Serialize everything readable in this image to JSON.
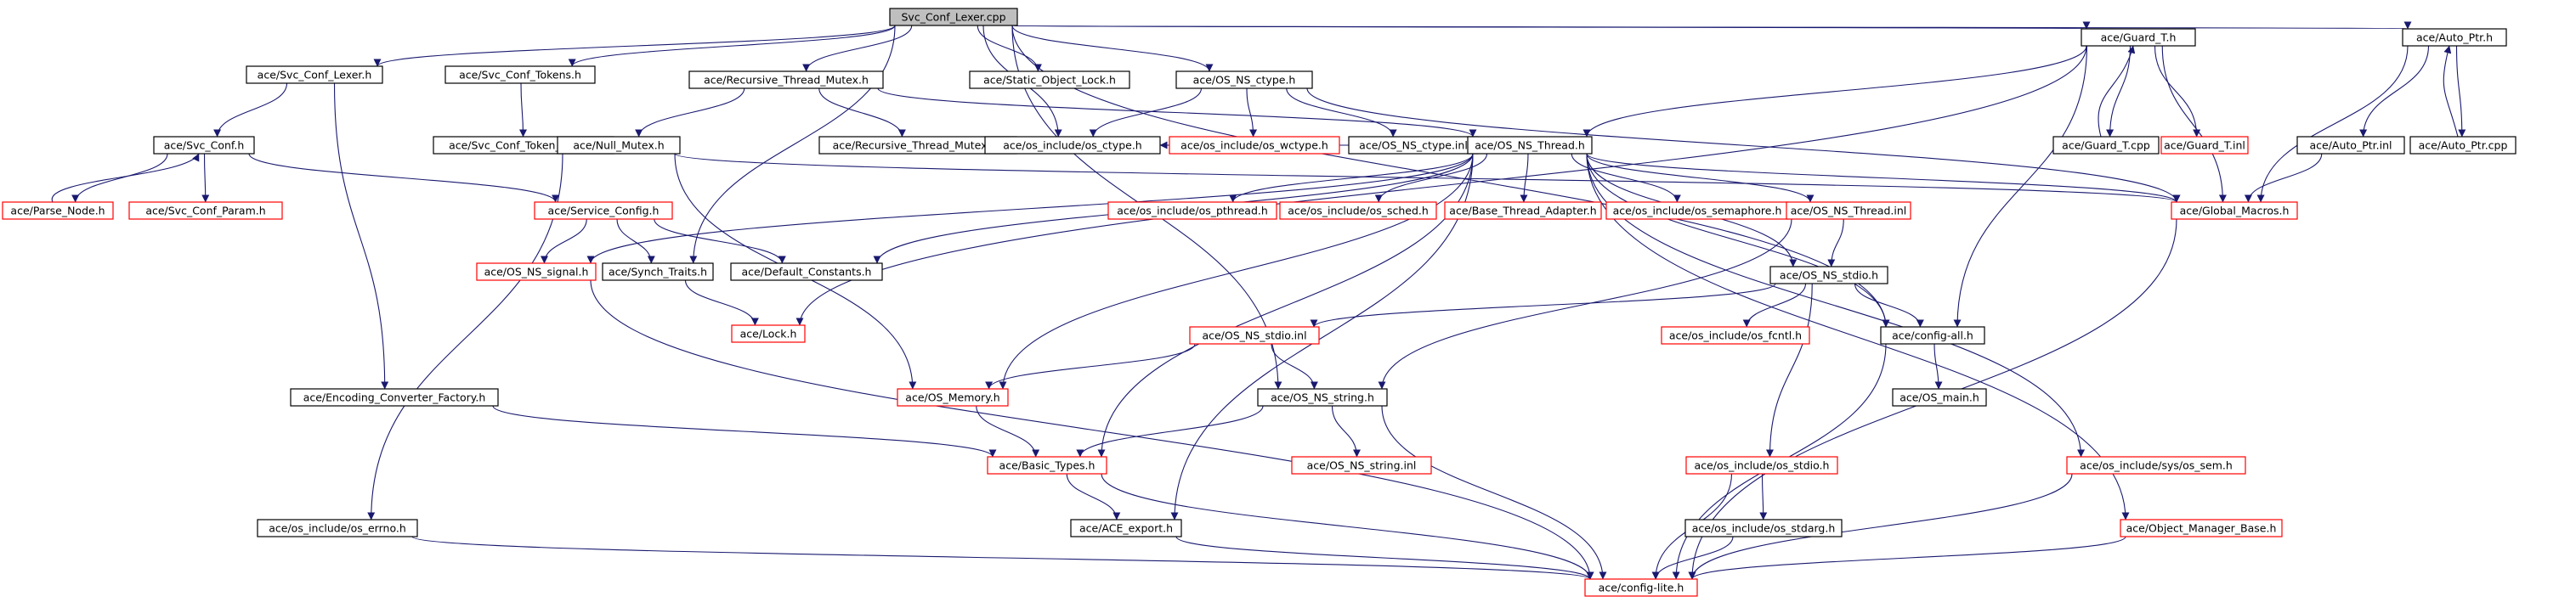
{
  "colors": {
    "edge": "#191970",
    "root_fill": "#bfbfbf",
    "node_border": "#000000",
    "missing_border": "#ff0000"
  },
  "nodes": [
    {
      "id": "root",
      "label": "Svc_Conf_Lexer.cpp",
      "style": "root"
    },
    {
      "id": "lexer_h",
      "label": "ace/Svc_Conf_Lexer.h",
      "style": "normal"
    },
    {
      "id": "tokens_h",
      "label": "ace/Svc_Conf_Tokens.h",
      "style": "normal"
    },
    {
      "id": "rtm_h",
      "label": "ace/Recursive_Thread_Mutex.h",
      "style": "normal"
    },
    {
      "id": "static_lock",
      "label": "ace/Static_Object_Lock.h",
      "style": "normal"
    },
    {
      "id": "ctype_h",
      "label": "ace/OS_NS_ctype.h",
      "style": "normal"
    },
    {
      "id": "guard_h",
      "label": "ace/Guard_T.h",
      "style": "normal"
    },
    {
      "id": "auto_ptr_h",
      "label": "ace/Auto_Ptr.h",
      "style": "normal"
    },
    {
      "id": "svc_conf_h",
      "label": "ace/Svc_Conf.h",
      "style": "normal"
    },
    {
      "id": "token_table",
      "label": "ace/Svc_Conf_Token_Table.h",
      "style": "normal"
    },
    {
      "id": "null_mutex",
      "label": "ace/Null_Mutex.h",
      "style": "normal"
    },
    {
      "id": "rtm_inl",
      "label": "ace/Recursive_Thread_Mutex.inl",
      "style": "normal"
    },
    {
      "id": "os_ctype",
      "label": "ace/os_include/os_ctype.h",
      "style": "normal"
    },
    {
      "id": "os_wctype",
      "label": "ace/os_include/os_wctype.h",
      "style": "missing"
    },
    {
      "id": "ctype_inl",
      "label": "ace/OS_NS_ctype.inl",
      "style": "normal"
    },
    {
      "id": "thread_h",
      "label": "ace/OS_NS_Thread.h",
      "style": "normal"
    },
    {
      "id": "guard_cpp",
      "label": "ace/Guard_T.cpp",
      "style": "normal"
    },
    {
      "id": "guard_inl",
      "label": "ace/Guard_T.inl",
      "style": "missing"
    },
    {
      "id": "auto_ptr_inl",
      "label": "ace/Auto_Ptr.inl",
      "style": "normal"
    },
    {
      "id": "auto_ptr_cpp",
      "label": "ace/Auto_Ptr.cpp",
      "style": "normal"
    },
    {
      "id": "parse_node",
      "label": "ace/Parse_Node.h",
      "style": "missing"
    },
    {
      "id": "svc_conf_param",
      "label": "ace/Svc_Conf_Param.h",
      "style": "missing"
    },
    {
      "id": "service_config",
      "label": "ace/Service_Config.h",
      "style": "missing"
    },
    {
      "id": "os_pthread",
      "label": "ace/os_include/os_pthread.h",
      "style": "missing"
    },
    {
      "id": "os_sched",
      "label": "ace/os_include/os_sched.h",
      "style": "missing"
    },
    {
      "id": "base_thread",
      "label": "ace/Base_Thread_Adapter.h",
      "style": "missing"
    },
    {
      "id": "os_semaphore",
      "label": "ace/os_include/os_semaphore.h",
      "style": "missing"
    },
    {
      "id": "thread_inl",
      "label": "ace/OS_NS_Thread.inl",
      "style": "missing"
    },
    {
      "id": "global_macros",
      "label": "ace/Global_Macros.h",
      "style": "missing"
    },
    {
      "id": "ns_signal",
      "label": "ace/OS_NS_signal.h",
      "style": "missing"
    },
    {
      "id": "synch_traits",
      "label": "ace/Synch_Traits.h",
      "style": "normal"
    },
    {
      "id": "default_const",
      "label": "ace/Default_Constants.h",
      "style": "normal"
    },
    {
      "id": "stdio_h",
      "label": "ace/OS_NS_stdio.h",
      "style": "normal"
    },
    {
      "id": "lock_h",
      "label": "ace/Lock.h",
      "style": "missing"
    },
    {
      "id": "stdio_inl",
      "label": "ace/OS_NS_stdio.inl",
      "style": "missing"
    },
    {
      "id": "os_fcntl",
      "label": "ace/os_include/os_fcntl.h",
      "style": "missing"
    },
    {
      "id": "config_all",
      "label": "ace/config-all.h",
      "style": "normal"
    },
    {
      "id": "enc_conv",
      "label": "ace/Encoding_Converter_Factory.h",
      "style": "normal"
    },
    {
      "id": "os_memory",
      "label": "ace/OS_Memory.h",
      "style": "missing"
    },
    {
      "id": "string_h",
      "label": "ace/OS_NS_string.h",
      "style": "normal"
    },
    {
      "id": "os_main",
      "label": "ace/OS_main.h",
      "style": "normal"
    },
    {
      "id": "basic_types",
      "label": "ace/Basic_Types.h",
      "style": "missing"
    },
    {
      "id": "string_inl",
      "label": "ace/OS_NS_string.inl",
      "style": "missing"
    },
    {
      "id": "os_stdio",
      "label": "ace/os_include/os_stdio.h",
      "style": "missing"
    },
    {
      "id": "os_sem",
      "label": "ace/os_include/sys/os_sem.h",
      "style": "missing"
    },
    {
      "id": "os_errno",
      "label": "ace/os_include/os_errno.h",
      "style": "normal"
    },
    {
      "id": "ace_export",
      "label": "ace/ACE_export.h",
      "style": "normal"
    },
    {
      "id": "os_stdarg",
      "label": "ace/os_include/os_stdarg.h",
      "style": "normal"
    },
    {
      "id": "obj_mgr_base",
      "label": "ace/Object_Manager_Base.h",
      "style": "missing"
    },
    {
      "id": "config_lite",
      "label": "ace/config-lite.h",
      "style": "missing"
    }
  ],
  "edges": [
    [
      "root",
      "lexer_h"
    ],
    [
      "root",
      "tokens_h"
    ],
    [
      "root",
      "rtm_h"
    ],
    [
      "root",
      "static_lock"
    ],
    [
      "root",
      "ctype_h"
    ],
    [
      "root",
      "guard_h"
    ],
    [
      "root",
      "auto_ptr_h"
    ],
    [
      "root",
      "synch_traits"
    ],
    [
      "root",
      "os_ctype"
    ],
    [
      "root",
      "string_h"
    ],
    [
      "root",
      "config_all"
    ],
    [
      "lexer_h",
      "svc_conf_h"
    ],
    [
      "lexer_h",
      "enc_conv"
    ],
    [
      "tokens_h",
      "token_table"
    ],
    [
      "rtm_h",
      "null_mutex"
    ],
    [
      "rtm_h",
      "rtm_inl"
    ],
    [
      "rtm_h",
      "thread_h"
    ],
    [
      "ctype_h",
      "os_ctype"
    ],
    [
      "ctype_h",
      "os_wctype"
    ],
    [
      "ctype_h",
      "ctype_inl"
    ],
    [
      "ctype_h",
      "global_macros"
    ],
    [
      "guard_h",
      "guard_cpp"
    ],
    [
      "guard_h",
      "guard_inl"
    ],
    [
      "guard_h",
      "thread_h"
    ],
    [
      "guard_h",
      "global_macros"
    ],
    [
      "guard_h",
      "lock_h"
    ],
    [
      "guard_h",
      "config_all"
    ],
    [
      "guard_cpp",
      "guard_h"
    ],
    [
      "auto_ptr_h",
      "auto_ptr_inl"
    ],
    [
      "auto_ptr_h",
      "auto_ptr_cpp"
    ],
    [
      "auto_ptr_h",
      "global_macros"
    ],
    [
      "auto_ptr_cpp",
      "auto_ptr_h"
    ],
    [
      "auto_ptr_inl",
      "global_macros"
    ],
    [
      "svc_conf_h",
      "parse_node"
    ],
    [
      "svc_conf_h",
      "svc_conf_param"
    ],
    [
      "svc_conf_h",
      "service_config"
    ],
    [
      "parse_node",
      "svc_conf_h"
    ],
    [
      "null_mutex",
      "os_errno"
    ],
    [
      "null_mutex",
      "os_memory"
    ],
    [
      "null_mutex",
      "global_macros"
    ],
    [
      "ctype_inl",
      "os_ctype"
    ],
    [
      "thread_h",
      "os_pthread"
    ],
    [
      "thread_h",
      "os_sched"
    ],
    [
      "thread_h",
      "base_thread"
    ],
    [
      "thread_h",
      "os_semaphore"
    ],
    [
      "thread_h",
      "thread_inl"
    ],
    [
      "thread_h",
      "global_macros"
    ],
    [
      "thread_h",
      "ns_signal"
    ],
    [
      "thread_h",
      "default_const"
    ],
    [
      "thread_h",
      "os_memory"
    ],
    [
      "thread_h",
      "basic_types"
    ],
    [
      "thread_h",
      "ace_export"
    ],
    [
      "thread_h",
      "stdio_h"
    ],
    [
      "thread_h",
      "config_all"
    ],
    [
      "thread_h",
      "os_sem"
    ],
    [
      "thread_h",
      "obj_mgr_base"
    ],
    [
      "thread_inl",
      "stdio_h"
    ],
    [
      "thread_inl",
      "string_h"
    ],
    [
      "service_config",
      "ns_signal"
    ],
    [
      "service_config",
      "synch_traits"
    ],
    [
      "service_config",
      "default_const"
    ],
    [
      "synch_traits",
      "lock_h"
    ],
    [
      "ns_signal",
      "config_lite"
    ],
    [
      "stdio_h",
      "stdio_inl"
    ],
    [
      "stdio_h",
      "os_fcntl"
    ],
    [
      "stdio_h",
      "config_all"
    ],
    [
      "stdio_h",
      "os_stdio"
    ],
    [
      "stdio_inl",
      "os_memory"
    ],
    [
      "stdio_inl",
      "string_h"
    ],
    [
      "config_all",
      "os_main"
    ],
    [
      "config_all",
      "config_lite"
    ],
    [
      "enc_conv",
      "basic_types"
    ],
    [
      "os_memory",
      "basic_types"
    ],
    [
      "string_h",
      "basic_types"
    ],
    [
      "string_h",
      "string_inl"
    ],
    [
      "string_h",
      "config_lite"
    ],
    [
      "basic_types",
      "ace_export"
    ],
    [
      "basic_types",
      "config_lite"
    ],
    [
      "os_stdio",
      "os_stdarg"
    ],
    [
      "os_stdio",
      "config_lite"
    ],
    [
      "os_sem",
      "config_lite"
    ],
    [
      "os_errno",
      "config_lite"
    ],
    [
      "ace_export",
      "config_lite"
    ],
    [
      "os_stdarg",
      "config_lite"
    ],
    [
      "obj_mgr_base",
      "config_lite"
    ],
    [
      "global_macros",
      "config_lite"
    ]
  ]
}
